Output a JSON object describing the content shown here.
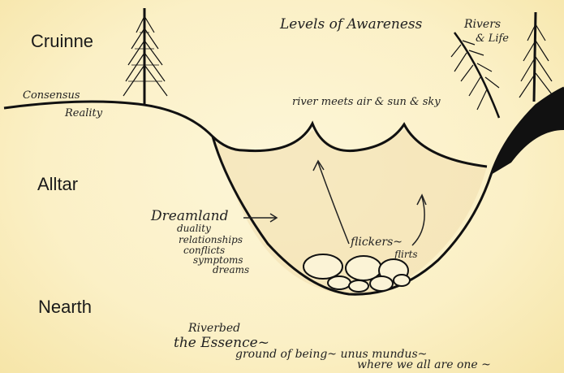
{
  "title": "Levels of Awareness",
  "subtitle_line1": "Rivers",
  "subtitle_line2": "& Life",
  "levels": {
    "top": "Cruinne",
    "middle": "Alltar",
    "bottom": "Nearth"
  },
  "surface_label_line1": "Consensus",
  "surface_label_line2": "Reality",
  "water_surface": "river meets air & sun & sky",
  "dreamland": {
    "label": "Dreamland",
    "items": [
      "duality",
      "relationships",
      "conflicts",
      "symptoms",
      "dreams"
    ]
  },
  "flickers": "flickers~",
  "flirts": "flirts",
  "riverbed": {
    "line1": "Riverbed",
    "line2": "the Essence~",
    "line3": "ground of being~ unus mundus~",
    "line4": "where we all are one ~"
  }
}
